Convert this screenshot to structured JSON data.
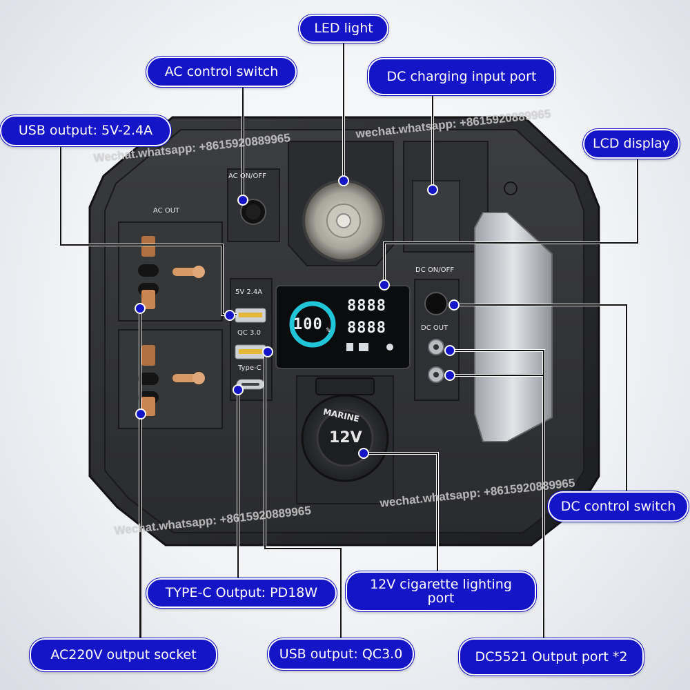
{
  "callouts": {
    "led_light": "LED light",
    "ac_control_switch": "AC control switch",
    "dc_charging_input_port": "DC charging input port",
    "usb_output_5v": "USB output: 5V-2.4A",
    "lcd_display": "LCD display",
    "dc_control_switch": "DC control switch",
    "type_c_output": "TYPE-C Output: PD18W",
    "cig_lighter_line1": "12V cigarette lighting",
    "cig_lighter_line2": "port",
    "ac220v_socket": "AC220V output socket",
    "usb_output_qc3": "USB output: QC3.0",
    "dc5521_output": "DC5521 Output port *2"
  },
  "panel": {
    "ac_out": "AC OUT",
    "ac_onoff": "AC ON/OFF",
    "dc_onoff": "DC ON/OFF",
    "dc_out": "DC OUT",
    "usb_5v": "5V 2.4A",
    "qc30": "QC 3.0",
    "typec": "Type-C",
    "lcd_percent": "100",
    "lcd_percent_sign": "%",
    "lcd_value1": "8888",
    "lcd_value2": "8888",
    "marine": "MARINE",
    "volt": "12V"
  },
  "watermark": {
    "line1": "Wechat.whatsapp: +8615920889965",
    "line2": "wechat.whatsapp: +8615920889965"
  },
  "colors": {
    "label_bg": "#1515c8",
    "label_text": "#ffffff",
    "device_body": "#2a2b2e",
    "lcd_ring": "#20c6d8"
  }
}
